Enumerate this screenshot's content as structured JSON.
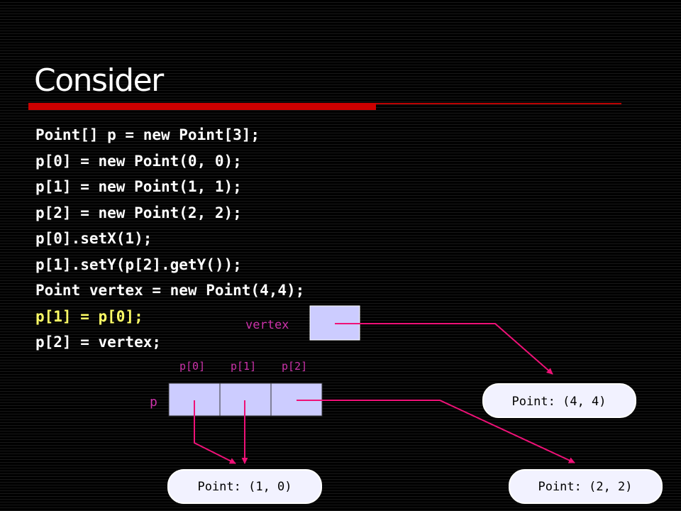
{
  "slide": {
    "title": "Consider",
    "code_lines": [
      "Point[] p = new Point[3];",
      "p[0] = new Point(0, 0);",
      "p[1] = new Point(1, 1);",
      "p[2] = new Point(2, 2);",
      "p[0].setX(1);",
      "p[1].setY(p[2].getY());",
      "Point vertex = new Point(4,4);",
      "p[1] = p[0];",
      "p[2] = vertex;"
    ],
    "highlighted_line": 7
  },
  "diagram": {
    "vertex_label": "vertex",
    "array_label": "p",
    "index_labels": [
      "p[0]",
      "p[1]",
      "p[2]"
    ],
    "objects": {
      "vertex_point": "Point: (4, 4)",
      "point_a": "Point: (1, 0)",
      "point_b": "Point: (2, 2)"
    },
    "colors": {
      "arrow": "#ee1177",
      "label": "#cc33aa",
      "cell_fill": "#ccccff",
      "object_fill": "#f2f2ff",
      "highlight": "#ffff66",
      "rule": "#cc0000"
    }
  }
}
